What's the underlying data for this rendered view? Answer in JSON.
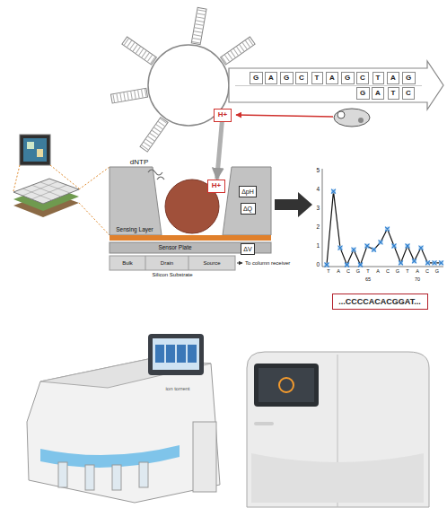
{
  "diagram": {
    "nodes": [
      {
        "text": [
          "G"
        ]
      },
      {
        "text": [
          "A"
        ]
      },
      {
        "text": [
          "G"
        ]
      },
      {
        "text": [
          "C"
        ]
      },
      {
        "text": [
          "T"
        ]
      },
      {
        "text": [
          "A"
        ]
      },
      {
        "text": [
          "G"
        ]
      },
      {
        "text": [
          "C"
        ]
      },
      {
        "text": [
          "T"
        ]
      },
      {
        "text": [
          "A"
        ]
      },
      {
        "text": [
          "G"
        ]
      },
      {
        "text": [
          "G"
        ]
      },
      {
        "text": [
          "A"
        ]
      },
      {
        "text": [
          "T"
        ]
      },
      {
        "text": [
          "C"
        ]
      },
      {
        "text": [
          "H+"
        ]
      },
      {
        "text": [
          "H+"
        ]
      },
      {
        "text": [
          "ΔpH"
        ]
      },
      {
        "text": [
          "ΔQ"
        ]
      },
      {
        "text": [
          "ΔV"
        ]
      },
      {
        "text": [
          "...CCCCACACGGAT..."
        ]
      }
    ],
    "edges": [
      {
        "from": 15,
        "to": 16,
        "arrow": "to"
      }
    ],
    "labels": [
      "dNTP",
      "Sensing Layer",
      "Sensor Plate",
      "Bulk",
      "Drain",
      "Source",
      "To column receiver",
      "Silicon Substrate",
      "0",
      "1",
      "2",
      "3",
      "4",
      "5",
      "T",
      "A",
      "C",
      "G",
      "T",
      "A",
      "C",
      "G",
      "T",
      "A",
      "C",
      "G",
      "65",
      "70",
      "ion torrent"
    ]
  }
}
